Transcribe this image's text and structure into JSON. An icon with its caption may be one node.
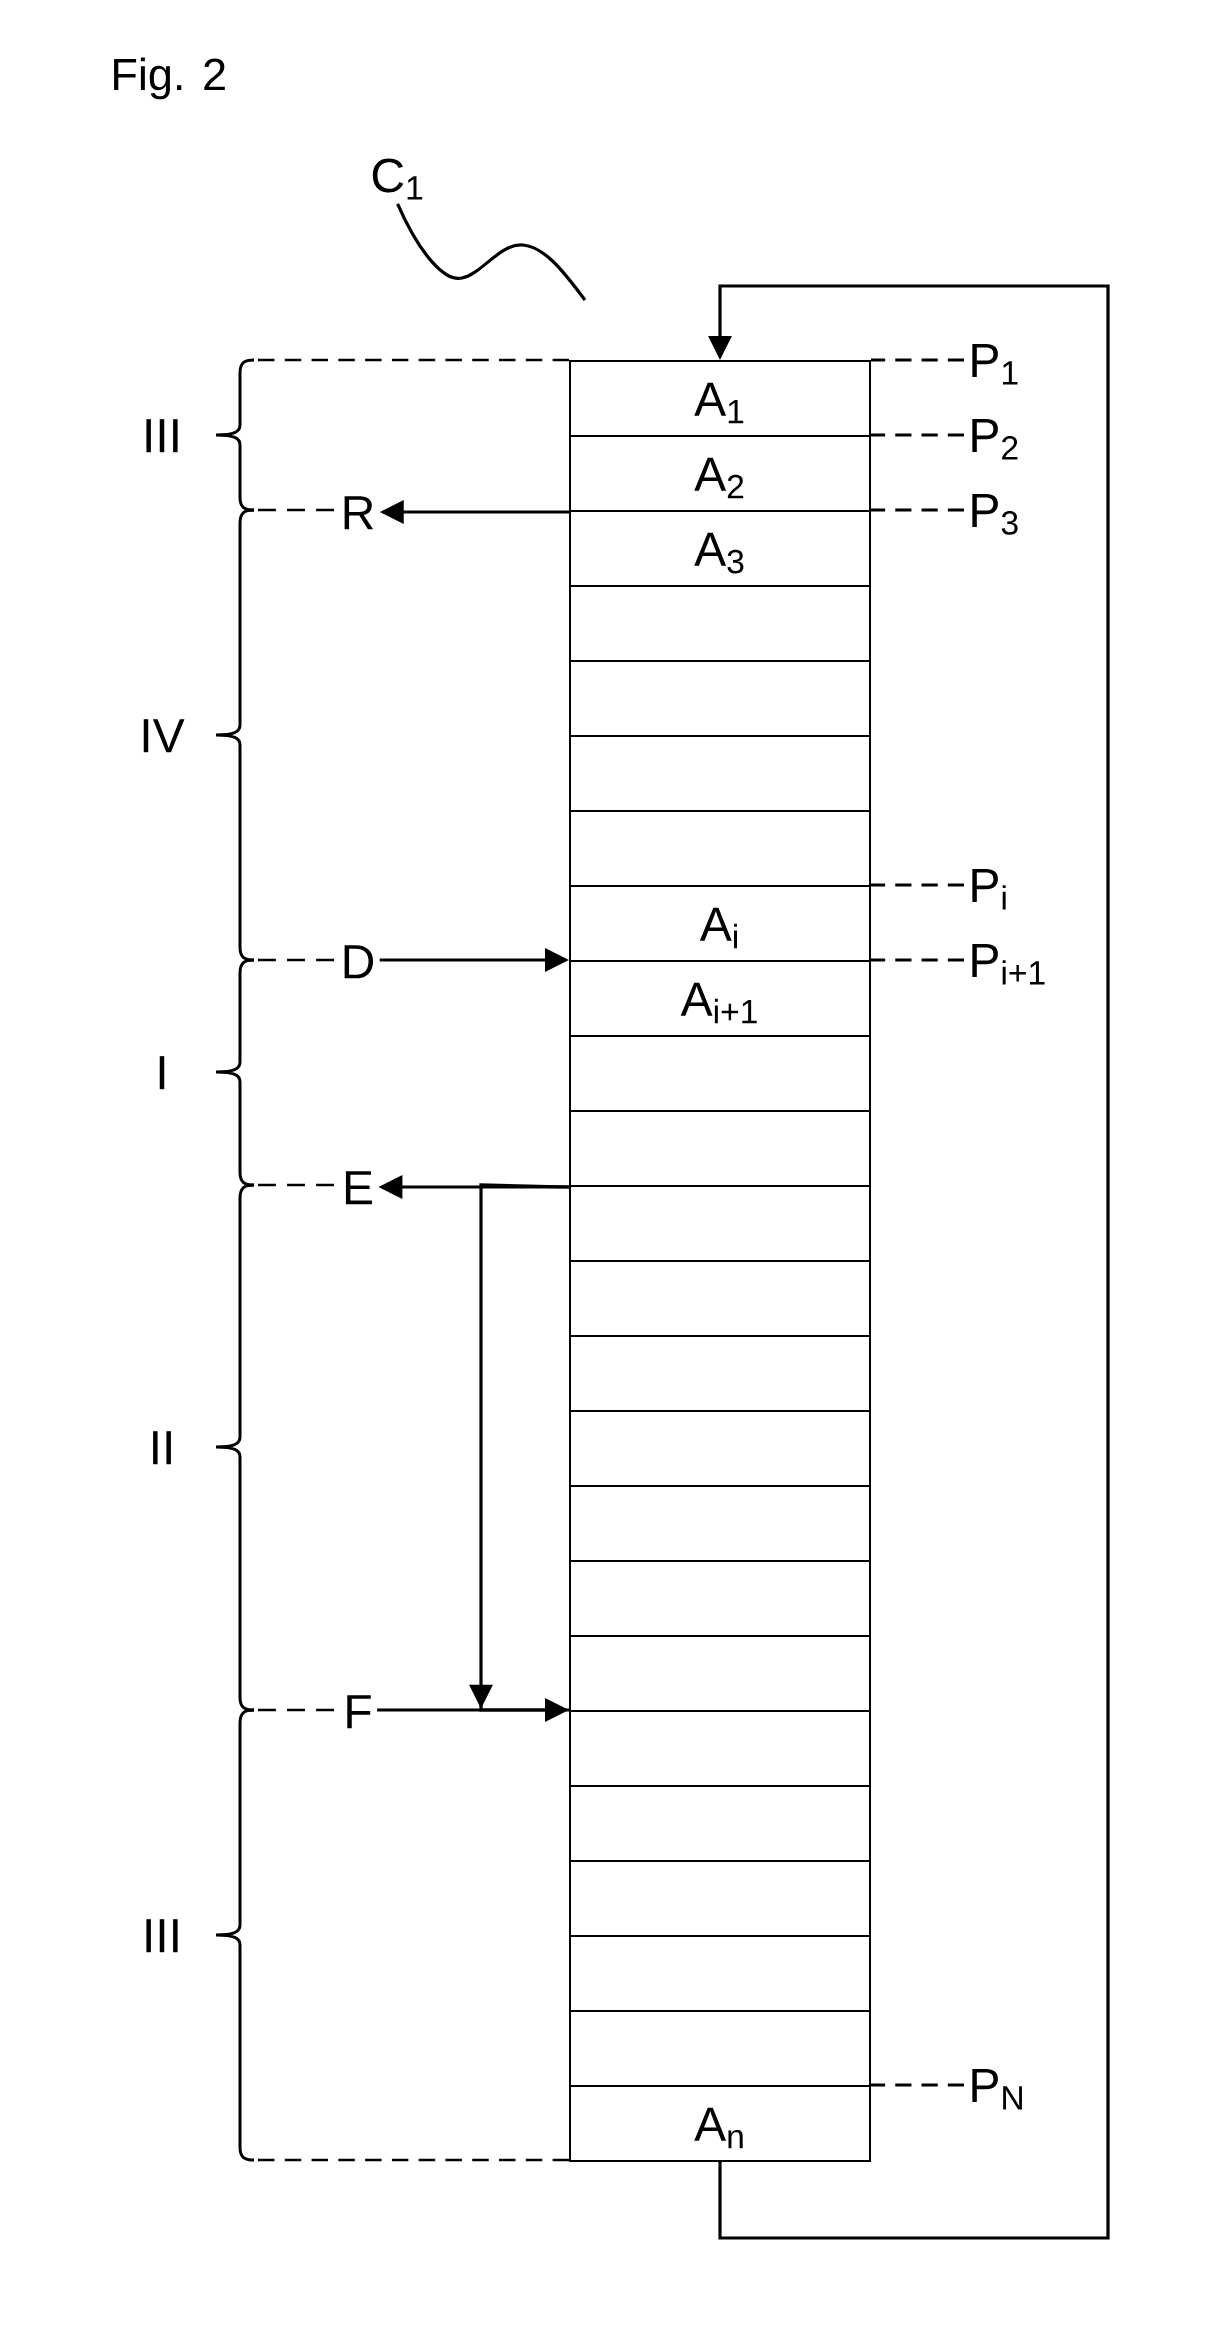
{
  "diagram": {
    "title": "Fig. 2",
    "nodes": [
      {
        "text": [
          "C$_{1}$"
        ]
      },
      {
        "text": [
          "A$_{1}$"
        ]
      },
      {
        "text": [
          "A$_{2}$"
        ]
      },
      {
        "text": [
          "A$_{3}$"
        ]
      },
      {
        "text": [],
        "shape": "box"
      },
      {
        "text": [],
        "shape": "box"
      },
      {
        "text": [],
        "shape": "box"
      },
      {
        "text": [],
        "shape": "box"
      },
      {
        "text": [
          "A$_{i}$"
        ]
      },
      {
        "text": [
          "A$_{i+1}$"
        ]
      },
      {
        "text": [],
        "shape": "box"
      },
      {
        "text": [],
        "shape": "box"
      },
      {
        "text": [],
        "shape": "box"
      },
      {
        "text": [],
        "shape": "box"
      },
      {
        "text": [],
        "shape": "box"
      },
      {
        "text": [],
        "shape": "box"
      },
      {
        "text": [],
        "shape": "box"
      },
      {
        "text": [],
        "shape": "box"
      },
      {
        "text": [],
        "shape": "box"
      },
      {
        "text": [],
        "shape": "box"
      },
      {
        "text": [],
        "shape": "box"
      },
      {
        "text": [],
        "shape": "box"
      },
      {
        "text": [],
        "shape": "box"
      },
      {
        "text": [],
        "shape": "box"
      },
      {
        "text": [
          "A$_{n}$"
        ]
      },
      {
        "text": [
          "R"
        ]
      },
      {
        "text": [
          "D"
        ]
      },
      {
        "text": [
          "E"
        ]
      },
      {
        "text": [
          "F"
        ]
      },
      {
        "text": [
          "P$_{1}$"
        ]
      },
      {
        "text": [
          "P$_{2}$"
        ]
      },
      {
        "text": [
          "P$_{3}$"
        ]
      },
      {
        "text": [
          "P$_{i}$"
        ]
      },
      {
        "text": [
          "P$_{i+1}$"
        ]
      },
      {
        "text": [
          "P$_{N}$"
        ]
      }
    ],
    "edges": [
      {
        "from": 0,
        "to": null,
        "arrow": "none"
      },
      {
        "from": 24,
        "to": 1,
        "arrow": "to"
      },
      {
        "from": 2,
        "to": 25,
        "arrow": "to"
      },
      {
        "from": 26,
        "to": 9,
        "arrow": "to"
      },
      {
        "from": 11,
        "to": 27,
        "arrow": "to"
      },
      {
        "from": 11,
        "to": 19,
        "arrow": "to"
      },
      {
        "from": 28,
        "to": 19,
        "arrow": "to"
      },
      {
        "from": 29,
        "to": 1,
        "arrow": "none",
        "style": "dashed"
      },
      {
        "from": 30,
        "to": 2,
        "arrow": "none",
        "style": "dashed"
      },
      {
        "from": 31,
        "to": 3,
        "arrow": "none",
        "style": "dashed"
      },
      {
        "from": 32,
        "to": 8,
        "arrow": "none",
        "style": "dashed"
      },
      {
        "from": 33,
        "to": 9,
        "arrow": "none",
        "style": "dashed"
      },
      {
        "from": 34,
        "to": 24,
        "arrow": "none",
        "style": "dashed"
      }
    ],
    "labels": [
      "III",
      "IV",
      "I",
      "II",
      "III"
    ]
  }
}
